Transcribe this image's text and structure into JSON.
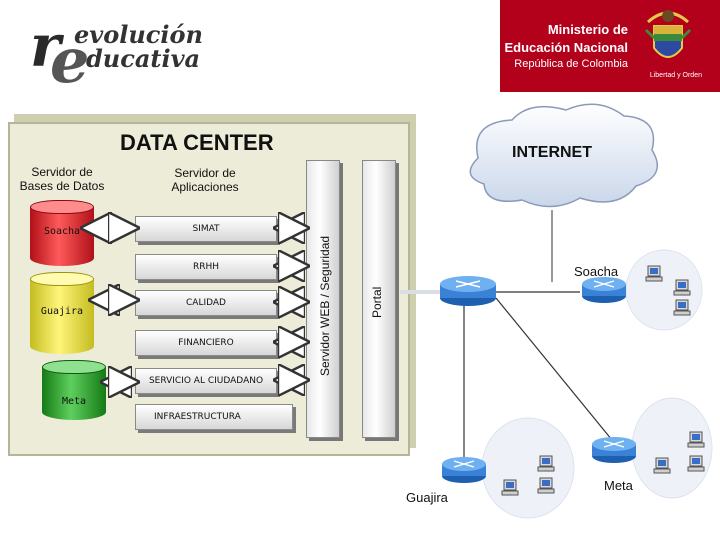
{
  "header": {
    "logo_line1": "evolución",
    "logo_line2": "ducativa",
    "logo_r": "r",
    "logo_e": "e",
    "ministry_line1": "Ministerio de",
    "ministry_line2": "Educación Nacional",
    "ministry_line3": "República de Colombia",
    "motto": "Libertad y Orden"
  },
  "data_center": {
    "title": "DATA CENTER",
    "db_servers_label_1": "Servidor de",
    "db_servers_label_2": "Bases de Datos",
    "app_servers_label_1": "Servidor de",
    "app_servers_label_2": "Aplicaciones",
    "databases": [
      {
        "name": "Soacha",
        "color": "#e8202a"
      },
      {
        "name": "Guajira",
        "color": "#f2e94a"
      },
      {
        "name": "Meta",
        "color": "#2aa02a"
      }
    ],
    "modules": [
      "SIMAT",
      "RRHH",
      "CALIDAD",
      "FINANCIERO",
      "SERVICIO AL CIUDADANO"
    ],
    "infrastructure": "INFRAESTRUCTURA",
    "security_server": "Servidor WEB / Seguridad",
    "portal": "Portal"
  },
  "network": {
    "internet": "INTERNET",
    "sites": [
      "Soacha",
      "Guajira",
      "Meta"
    ]
  }
}
